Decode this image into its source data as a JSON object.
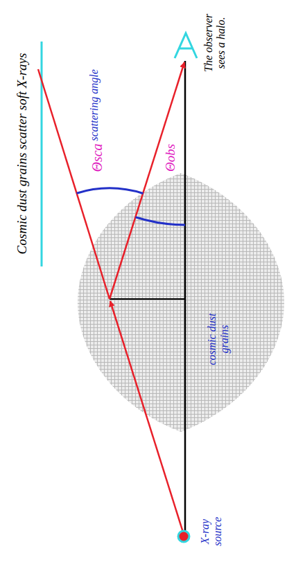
{
  "diagram": {
    "title": "Cosmic dust grains scatter soft X-rays",
    "nodes": [
      {
        "text": [
          "cosmic dust grains"
        ]
      }
    ],
    "labels": [
      "scattering angle",
      "Θsca",
      "Θobs",
      "X-ray source",
      "The observer sees a halo."
    ]
  }
}
